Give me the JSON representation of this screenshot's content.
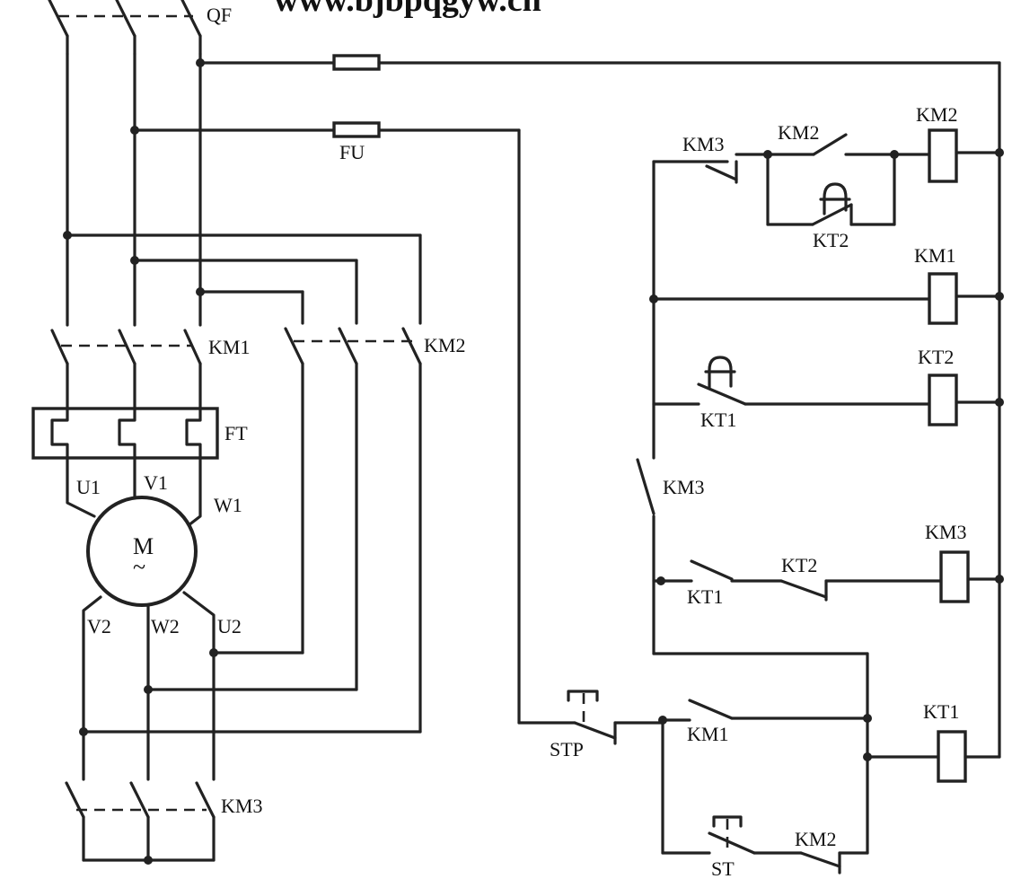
{
  "watermark": "www.bjbpqgyw.cn",
  "labels": {
    "qf": "QF",
    "fu": "FU",
    "km1_main": "KM1",
    "km2_main": "KM2",
    "ft": "FT",
    "km3_main": "KM3",
    "u1": "U1",
    "v1": "V1",
    "w1": "W1",
    "v2": "V2",
    "w2": "W2",
    "u2": "U2",
    "motor": "M",
    "motor_ac": "~",
    "c_km3_top": "KM3",
    "c_km2_top": "KM2",
    "c_kt2_time": "KT2",
    "c_coil_km2": "KM2",
    "c_coil_km1": "KM1",
    "c_kt1_time": "KT1",
    "c_coil_kt2": "KT2",
    "c_km3_hold": "KM3",
    "c_kt1_no": "KT1",
    "c_kt2_nc": "KT2",
    "c_coil_km3": "KM3",
    "c_stp": "STP",
    "c_km1_hold": "KM1",
    "c_coil_kt1": "KT1",
    "c_st": "ST",
    "c_km2_bottom": "KM2"
  }
}
